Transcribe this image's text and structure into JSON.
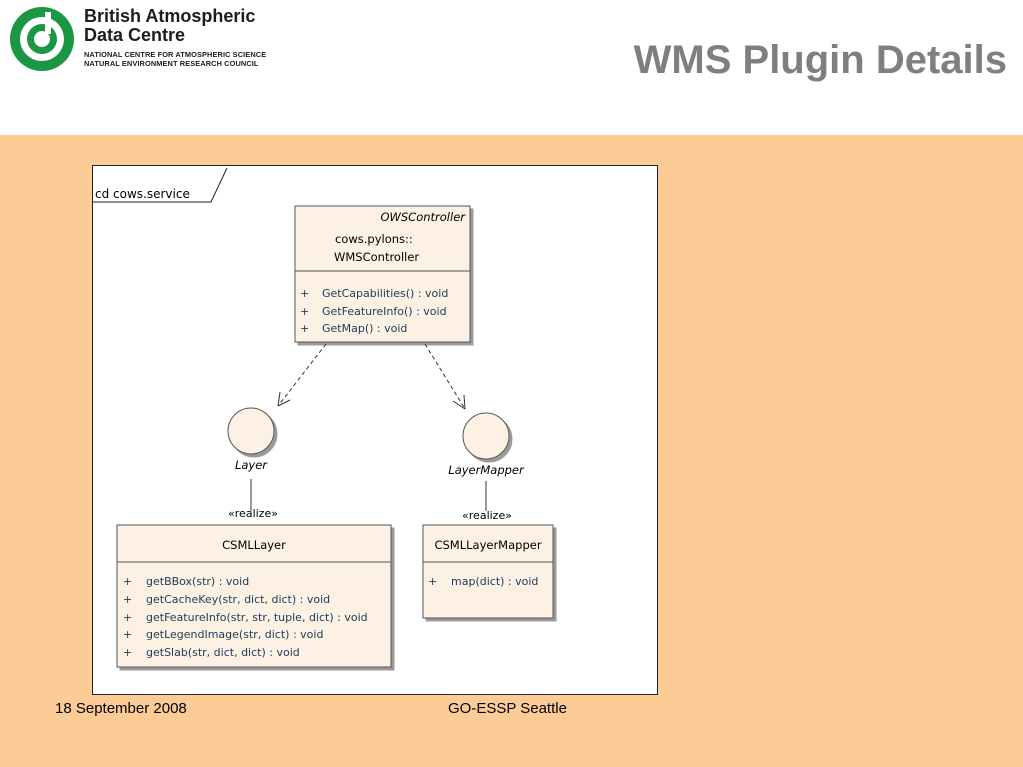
{
  "header": {
    "org_name_line1": "British Atmospheric",
    "org_name_line2": "Data Centre",
    "org_sub_line1": "NATIONAL CENTRE FOR ATMOSPHERIC SCIENCE",
    "org_sub_line2": "NATURAL ENVIRONMENT RESEARCH COUNCIL",
    "slide_title": "WMS Plugin Details"
  },
  "colors": {
    "logo_green": "#1a9645",
    "title_gray": "#7f7f7f",
    "content_bg": "#fdcb96",
    "class_fill": "#fcf1e3"
  },
  "diagram": {
    "frame_label": "cd cows.service",
    "controller": {
      "stereotype": "OWSController",
      "name_line1": "cows.pylons::",
      "name_line2": "WMSController",
      "methods": [
        "GetCapabilities() : void",
        "GetFeatureInfo() : void",
        "GetMap() : void"
      ]
    },
    "interfaces": [
      {
        "name": "Layer"
      },
      {
        "name": "LayerMapper"
      }
    ],
    "realize_label": "«realize»",
    "classes": [
      {
        "name": "CSMLLayer",
        "methods": [
          "getBBox(str) : void",
          "getCacheKey(str, dict, dict) : void",
          "getFeatureInfo(str, str, tuple, dict) : void",
          "getLegendImage(str, dict) : void",
          "getSlab(str, dict, dict) : void"
        ]
      },
      {
        "name": "CSMLLayerMapper",
        "methods": [
          "map(dict) : void"
        ]
      }
    ],
    "visibility_marker": "+"
  },
  "footer": {
    "date": "18 September 2008",
    "event": "GO-ESSP Seattle"
  }
}
